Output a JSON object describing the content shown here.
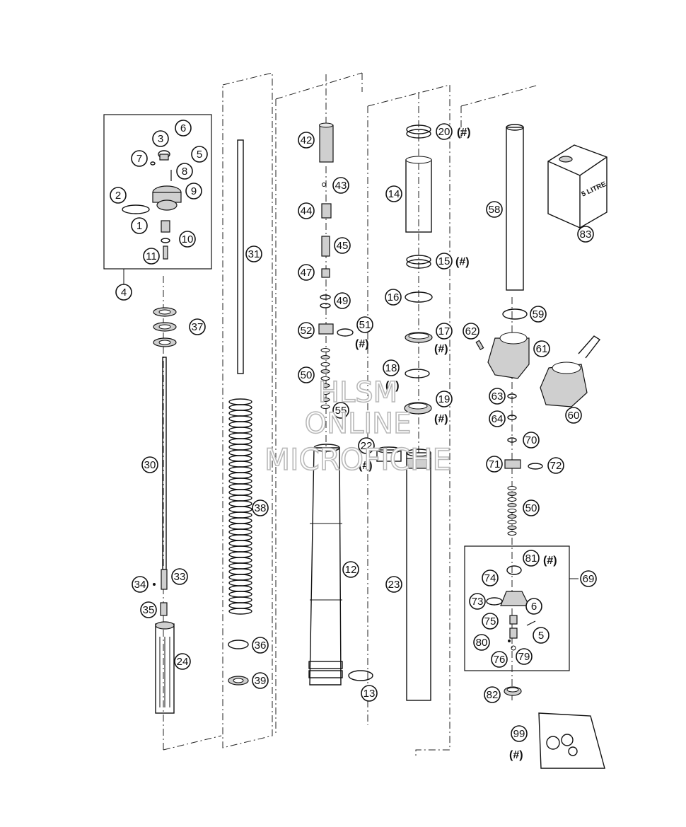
{
  "hash_mark": "(#)",
  "can_label": "5 LITRE",
  "watermark": [
    "HLSM",
    "ONLINE",
    "MICROFICHE"
  ],
  "callouts": [
    "1",
    "2",
    "3",
    "4",
    "5",
    "6",
    "7",
    "8",
    "9",
    "10",
    "11",
    "12",
    "13",
    "14",
    "15",
    "16",
    "17",
    "18",
    "19",
    "20",
    "22",
    "23",
    "24",
    "30",
    "31",
    "33",
    "34",
    "35",
    "36",
    "37",
    "38",
    "39",
    "42",
    "43",
    "44",
    "45",
    "47",
    "49",
    "50",
    "51",
    "52",
    "55",
    "58",
    "59",
    "60",
    "61",
    "62",
    "63",
    "64",
    "69",
    "70",
    "71",
    "72",
    "73",
    "74",
    "75",
    "76",
    "79",
    "80",
    "81",
    "82",
    "83",
    "99"
  ]
}
